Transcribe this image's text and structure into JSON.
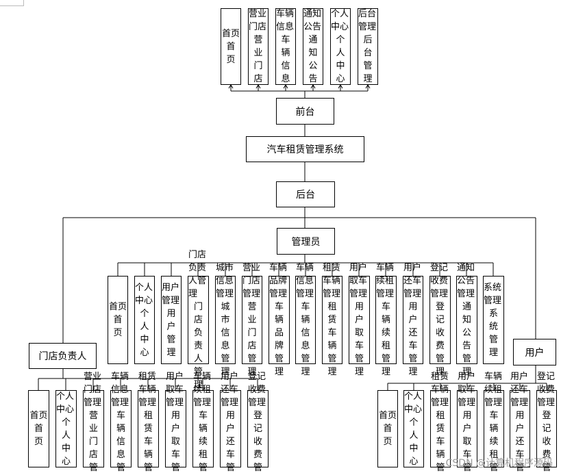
{
  "diagram": {
    "root": "汽车租赁管理系统",
    "frontend": {
      "label": "前台",
      "modules": [
        "首页",
        "营业门店",
        "车辆信息",
        "通知公告",
        "个人中心",
        "后台管理"
      ]
    },
    "backend": {
      "label": "后台",
      "admin": {
        "label": "管理员",
        "modules": [
          "首页",
          "个人中心",
          "用户管理",
          "门店负责人管理",
          "城市信息管理",
          "营业门店管理",
          "车辆品牌管理",
          "车辆信息管理",
          "租赁车辆管理",
          "用户取车管理",
          "车辆续租管理",
          "用户还车管理",
          "登记收费管理",
          "通知公告管理",
          "系统管理"
        ]
      },
      "store_manager": {
        "label": "门店负责人",
        "modules": [
          "首页",
          "个人中心",
          "营业门店管理",
          "车辆信息管理",
          "租赁车辆管理",
          "用户取车管理",
          "车辆续租管理",
          "用户还车管理",
          "登记收费管理"
        ]
      },
      "user": {
        "label": "用户",
        "modules": [
          "首页",
          "个人中心",
          "租赁车辆管理",
          "用户取车管理",
          "车辆续租管理",
          "用户还车管理",
          "登记收费管理"
        ]
      }
    }
  },
  "watermark": "CSDN @计算机程序源码"
}
